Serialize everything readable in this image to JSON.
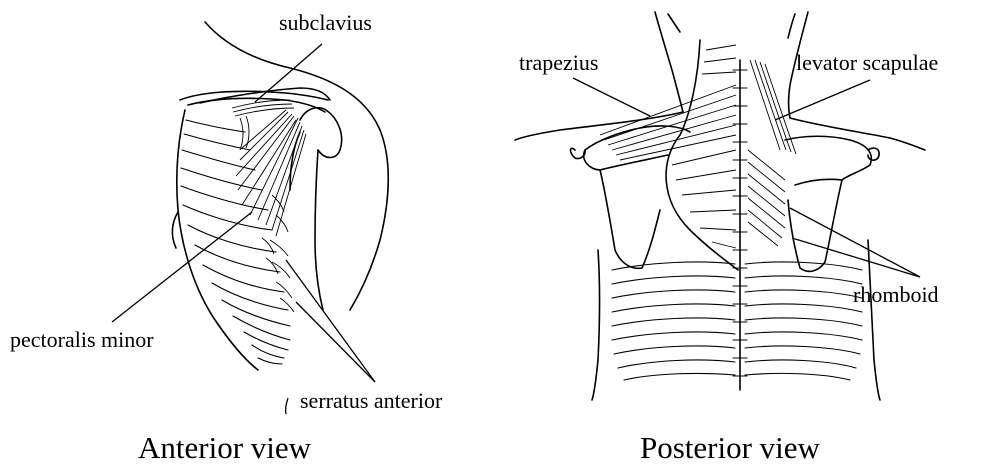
{
  "anterior": {
    "caption": "Anterior view",
    "labels": {
      "subclavius": "subclavius",
      "pectoralis_minor": "pectoralis minor",
      "serratus_anterior": "serratus anterior"
    }
  },
  "posterior": {
    "caption": "Posterior view",
    "labels": {
      "trapezius": "trapezius",
      "levator_scapulae": "levator scapulae",
      "rhomboid": "rhomboid"
    }
  },
  "colors": {
    "ink": "#000000",
    "background": "#ffffff"
  }
}
